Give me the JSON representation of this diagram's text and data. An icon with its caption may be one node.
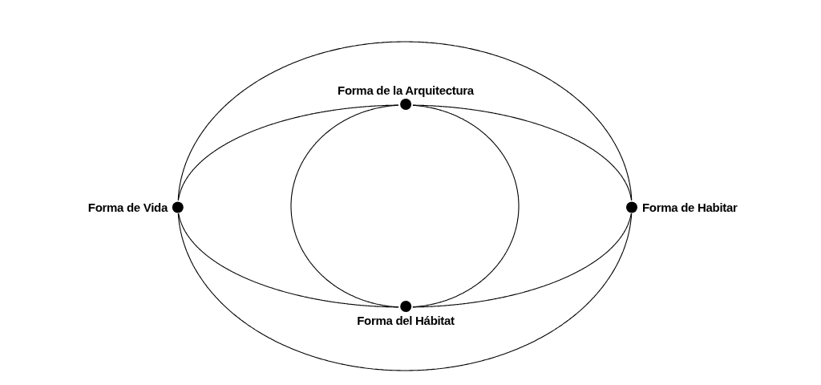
{
  "diagram": {
    "nodes": [
      {
        "text": [
          "Forma de la Arquitectura"
        ]
      },
      {
        "text": [
          "Forma de Vida"
        ]
      },
      {
        "text": [
          "Forma de Habitar"
        ]
      },
      {
        "text": [
          "Forma del Hábitat"
        ]
      }
    ],
    "edges": [
      {
        "from": 1,
        "to": 2,
        "arrow": "none"
      },
      {
        "from": 1,
        "to": 2,
        "arrow": "none"
      },
      {
        "from": 1,
        "to": 0,
        "arrow": "none"
      },
      {
        "from": 0,
        "to": 2,
        "arrow": "none"
      },
      {
        "from": 2,
        "to": 3,
        "arrow": "none"
      },
      {
        "from": 3,
        "to": 1,
        "arrow": "none"
      },
      {
        "from": 0,
        "to": 3,
        "arrow": "none"
      },
      {
        "from": 0,
        "to": 3,
        "arrow": "none"
      }
    ]
  }
}
